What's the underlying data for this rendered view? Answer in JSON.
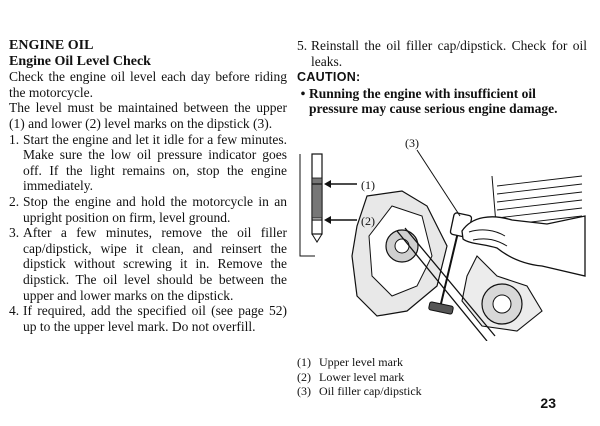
{
  "section_title": "ENGINE OIL",
  "subsection_title": "Engine Oil Level Check",
  "intro": [
    "Check the engine oil level each day before riding the motorcycle.",
    "The level must be maintained between the upper (1) and lower (2) level marks on the dipstick (3)."
  ],
  "steps": [
    {
      "num": "1.",
      "text": "Start the engine and let it idle for a few minutes. Make sure the low oil pressure indicator goes off. If the light remains on, stop the engine immediately."
    },
    {
      "num": "2.",
      "text": "Stop the engine and hold the motorcycle in an upright position on firm, level ground."
    },
    {
      "num": "3.",
      "text": "After a few minutes, remove the oil filler cap/dipstick, wipe it clean, and reinsert the dipstick without screwing it in. Remove the dipstick. The oil level should be between the upper and lower marks on the dipstick."
    },
    {
      "num": "4.",
      "text": "If required, add the specified oil (see page 52) up to the upper level mark. Do not overfill."
    },
    {
      "num": "5.",
      "text": "Reinstall the oil filler cap/dipstick. Check for oil leaks."
    }
  ],
  "caution": {
    "label": "CAUTION:",
    "bullet": "•",
    "text": "Running the engine with insufficient oil pressure may cause serious engine damage."
  },
  "figure": {
    "callout_1": "(1)",
    "callout_2": "(2)",
    "callout_3": "(3)"
  },
  "legend": [
    {
      "num": "(1)",
      "text": "Upper level mark"
    },
    {
      "num": "(2)",
      "text": "Lower level mark"
    },
    {
      "num": "(3)",
      "text": "Oil filler cap/dipstick"
    }
  ],
  "page_number": "23"
}
